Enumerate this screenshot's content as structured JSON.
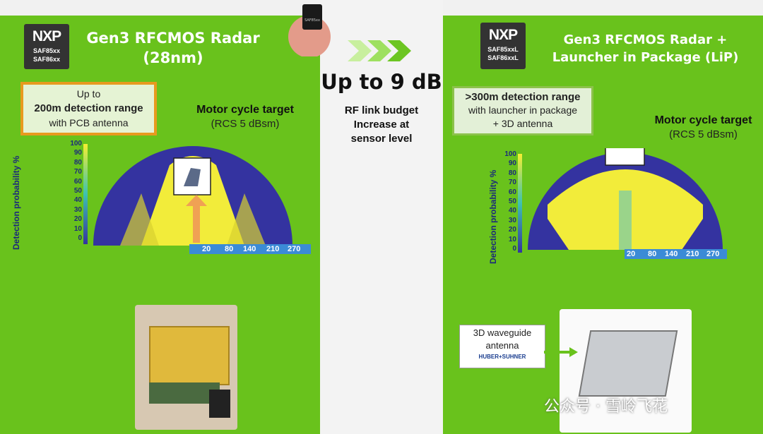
{
  "left": {
    "logo": "NXP",
    "parts": [
      "SAF85xx",
      "SAF86xx"
    ],
    "title_line1": "Gen3 RFCMOS Radar",
    "title_line2": "(28nm)",
    "callout_line1": "Up to",
    "callout_bold": "200m detection range",
    "callout_line3": "with PCB antenna",
    "target_title": "Motor cycle target",
    "target_rcs": "(RCS 5 dBsm)",
    "ylabel": "Detection probability %",
    "scale_ticks": [
      "100",
      "90",
      "80",
      "70",
      "60",
      "50",
      "40",
      "30",
      "20",
      "10",
      "0"
    ],
    "range_ticks": [
      "20",
      "80",
      "140",
      "210",
      "270"
    ]
  },
  "center": {
    "headline": "Up to 9 dB",
    "sub1": "RF link budget",
    "sub2": "Increase at",
    "sub3": "sensor level",
    "chip_label": "SAF85xx"
  },
  "right": {
    "logo": "NXP",
    "parts": [
      "SAF85xxL",
      "SAF86xxL"
    ],
    "title_line1": "Gen3 RFCMOS Radar +",
    "title_line2": "Launcher in Package (LiP)",
    "callout_bold": ">300m detection range",
    "callout_line2": "with  launcher in package",
    "callout_line3": "+ 3D antenna",
    "target_title": "Motor cycle target",
    "target_rcs": "(RCS 5 dBsm)",
    "ylabel": "Detection probability %",
    "scale_ticks": [
      "100",
      "90",
      "80",
      "70",
      "60",
      "50",
      "40",
      "30",
      "20",
      "10",
      "0"
    ],
    "range_ticks": [
      "20",
      "80",
      "140",
      "210",
      "270"
    ],
    "waveguide_line1": "3D waveguide",
    "waveguide_line2": "antenna",
    "vendor": "HUBER+SUHNER"
  },
  "watermark": "公众号 · 雪岭飞花",
  "colors": {
    "panel": "#69c21c",
    "accent_orange": "#e79a1f",
    "radar_blue": "#3433a0",
    "radar_yellow": "#f6ee32"
  }
}
